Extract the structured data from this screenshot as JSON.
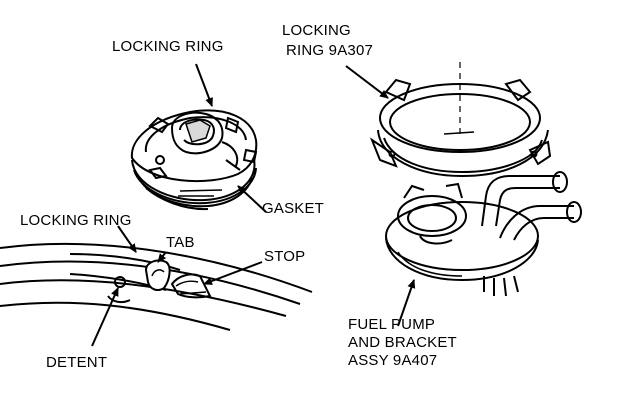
{
  "labels": {
    "locking_ring_top": "LOCKING RING",
    "locking_ring_9a307_line1": "LOCKING",
    "locking_ring_9a307_line2": "RING 9A307",
    "gasket": "GASKET",
    "locking_ring_left": "LOCKING RING",
    "tab": "TAB",
    "stop": "STOP",
    "detent": "DETENT",
    "fuel_pump_line1": "FUEL PUMP",
    "fuel_pump_line2": "AND BRACKET",
    "fuel_pump_line3": "ASSY 9A407"
  },
  "colors": {
    "ink": "#000000",
    "paper": "#ffffff"
  }
}
